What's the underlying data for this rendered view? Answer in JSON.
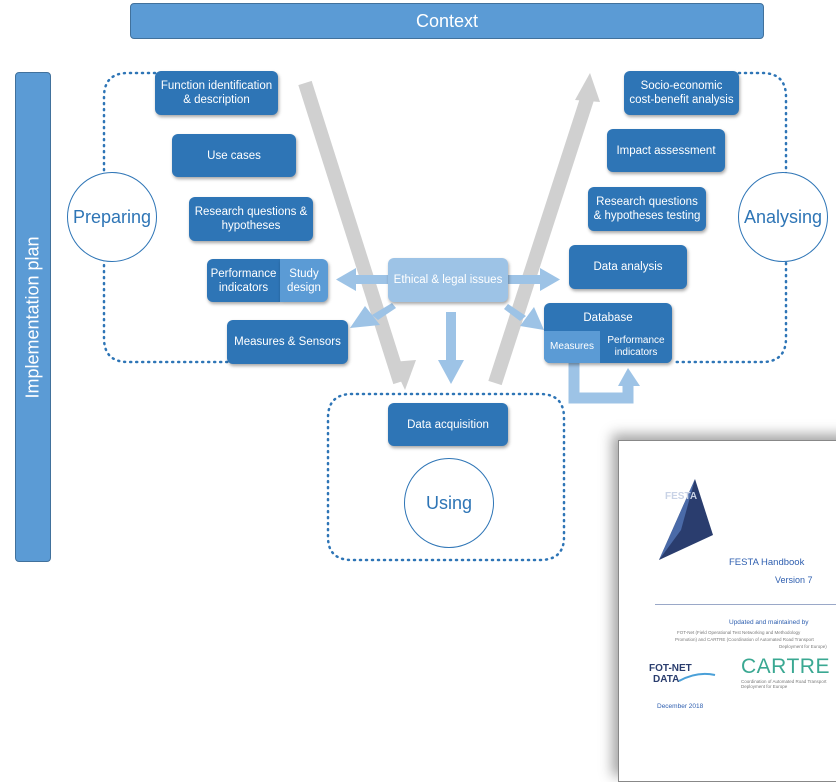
{
  "context_label": "Context",
  "implementation_label": "Implementation plan",
  "phases": {
    "preparing": "Preparing",
    "analysing": "Analysing",
    "using": "Using"
  },
  "preparing_boxes": {
    "function_identification": "Function identification & description",
    "use_cases": "Use cases",
    "research_questions": "Research questions & hypotheses",
    "performance_indicators": "Performance indicators",
    "study_design": "Study design",
    "measures_sensors": "Measures & Sensors"
  },
  "center_boxes": {
    "ethical_legal": "Ethical & legal issues",
    "data_acquisition": "Data acquisition"
  },
  "analysing_boxes": {
    "socio_economic": "Socio-economic cost-benefit analysis",
    "impact_assessment": "Impact assessment",
    "research_testing": "Research questions & hypotheses testing",
    "data_analysis": "Data analysis",
    "database": "Database",
    "measures": "Measures",
    "performance_indicators": "Performance indicators"
  },
  "document": {
    "logo_text": "FESTA",
    "title": "FESTA Handbook",
    "version": "Version 7",
    "maintained": "Updated and maintained by",
    "fot_net_line": "FOT-Net (Field Operational Test Networking and Methodology",
    "cartre_line": "Promotion) and CARTRE (Coordination of Automated Road Transport",
    "deployment_line": "Deployment for Europe)",
    "fot_logo_top": "FOT-NET",
    "fot_logo_bottom": "DATA",
    "cartre_logo": "CARTRE",
    "cartre_sub": "Coordination of Automated Road Transport Deployment for Europe",
    "date": "December 2018"
  },
  "colors": {
    "dark_box": "#2e75b6",
    "light_box": "#9dc3e6",
    "bar": "#5b9bd5",
    "grey_arrow": "#d0d0d0",
    "light_arrow": "#9dc3e6"
  }
}
